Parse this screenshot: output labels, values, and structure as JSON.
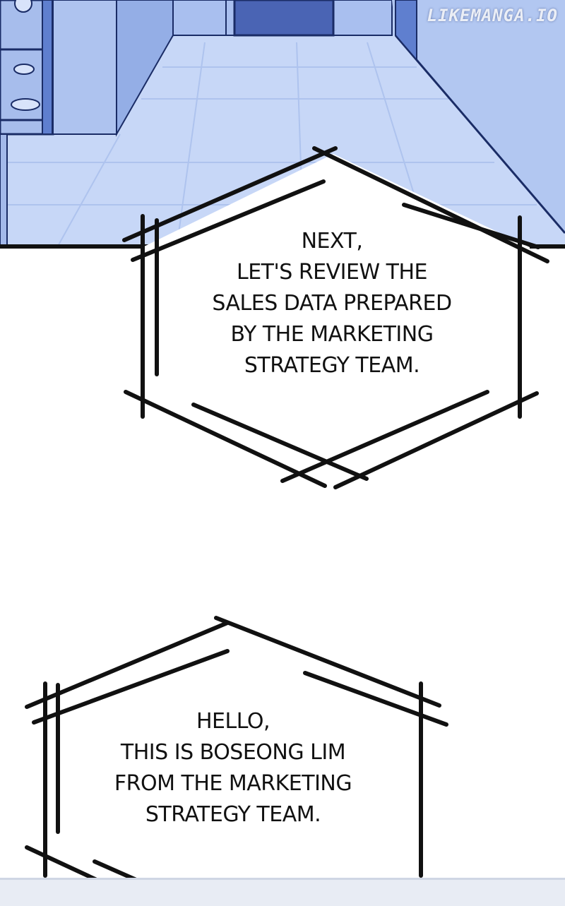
{
  "watermark": "LIKEMANGA.IO",
  "bubble_one": {
    "lines": [
      "NEXT,",
      "LET'S REVIEW THE",
      "SALES DATA PREPARED",
      "BY THE MARKETING",
      "STRATEGY TEAM."
    ]
  },
  "bubble_two": {
    "lines": [
      "HELLO,",
      "THIS IS BOSEONG LIM",
      "FROM THE MARKETING",
      "STRATEGY TEAM."
    ]
  },
  "colors": {
    "panel_blue": "#b8ccf2",
    "line_dark": "#1a2c66",
    "ink": "#111111"
  }
}
